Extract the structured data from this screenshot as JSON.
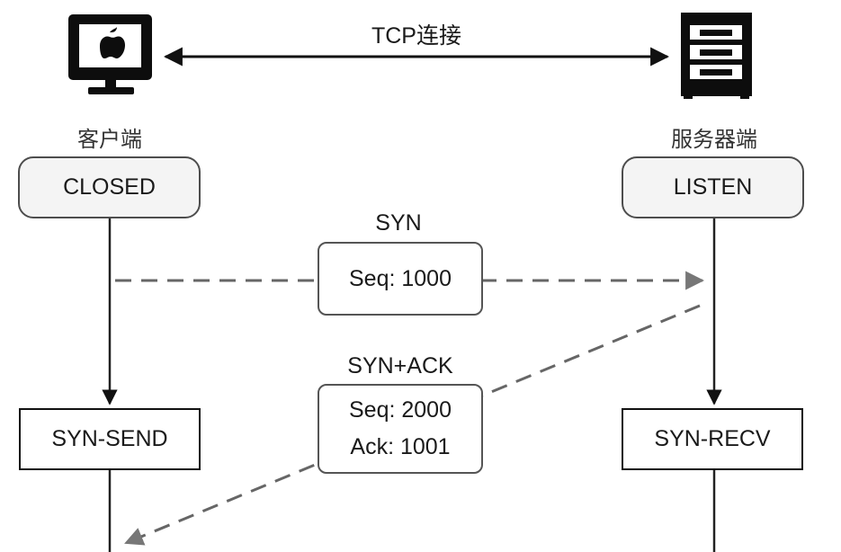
{
  "connection": {
    "label": "TCP连接"
  },
  "client": {
    "label": "客户端",
    "icon": "computer-icon",
    "states": {
      "initial": "CLOSED",
      "second": "SYN-SEND"
    }
  },
  "server": {
    "label": "服务器端",
    "icon": "server-cabinet-icon",
    "states": {
      "initial": "LISTEN",
      "second": "SYN-RECV"
    }
  },
  "messages": {
    "syn": {
      "title": "SYN",
      "lines": [
        "Seq: 1000"
      ]
    },
    "syn_ack": {
      "title": "SYN+ACK",
      "lines": [
        "Seq: 2000",
        "Ack: 1001"
      ]
    }
  },
  "colors": {
    "line": "#222222",
    "dashed_arrow": "#666666",
    "state_fill": "#f4f4f4",
    "border": "#4d4d4d"
  }
}
